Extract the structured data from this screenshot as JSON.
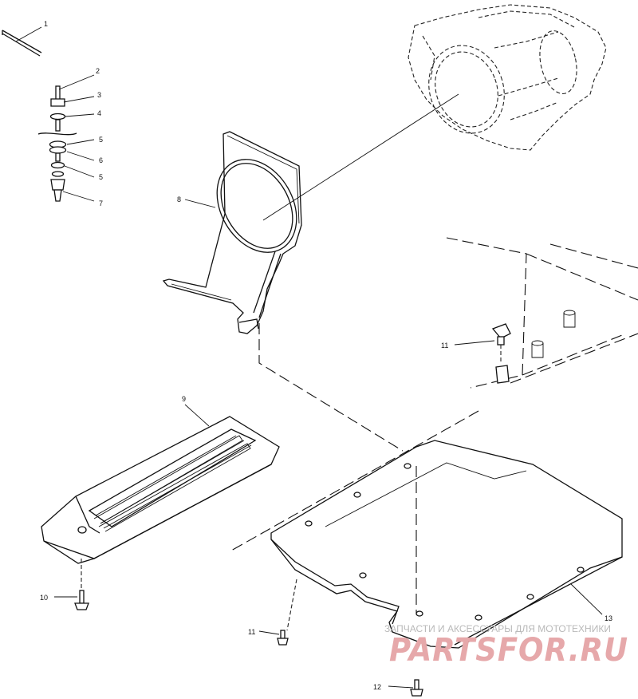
{
  "diagram": {
    "callouts": {
      "c1": "1",
      "c2": "2",
      "c3": "3",
      "c4": "4",
      "c5a": "5",
      "c6": "6",
      "c5b": "5",
      "c7": "7",
      "c8": "8",
      "c9": "9",
      "c10": "10",
      "c11a": "11",
      "c11b": "11",
      "c12": "12",
      "c13": "13"
    }
  },
  "watermark": {
    "subtitle": "ЗАПЧАСТИ И АКСЕССУАРЫ ДЛЯ МОТОТЕХНИКИ",
    "brand": "PARTSFOR.RU",
    "color": "#e6a8aa"
  }
}
